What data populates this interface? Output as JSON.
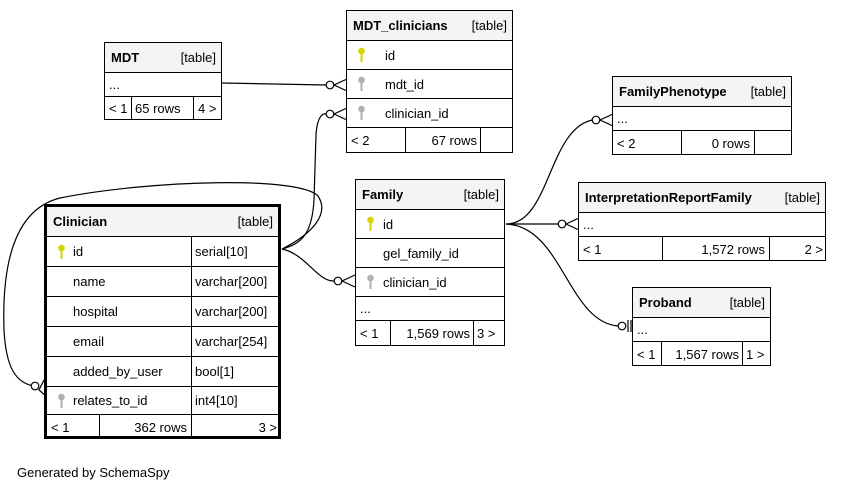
{
  "footer": "Generated by SchemaSpy",
  "table_badge": "[table]",
  "colors": {
    "primary_key": "#d4d400",
    "foreign_key": "#b0b0b0",
    "header_bg": "#f4f4f4"
  },
  "tables": {
    "mdt": {
      "name": "MDT",
      "ellipsis": "...",
      "prev": "< 1",
      "rows": "65 rows",
      "next": "4 >"
    },
    "mdt_clinicians": {
      "name": "MDT_clinicians",
      "columns": [
        {
          "name": "id",
          "key": "primary-key"
        },
        {
          "name": "mdt_id",
          "key": "foreign-key"
        },
        {
          "name": "clinician_id",
          "key": "foreign-key"
        }
      ],
      "prev": "< 2",
      "rows": "67 rows",
      "next": ""
    },
    "family_phenotype": {
      "name": "FamilyPhenotype",
      "ellipsis": "...",
      "prev": "< 2",
      "rows": "0 rows",
      "next": ""
    },
    "interpretation_report_family": {
      "name": "InterpretationReportFamily",
      "ellipsis": "...",
      "prev": "< 1",
      "rows": "1,572 rows",
      "next": "2 >"
    },
    "family": {
      "name": "Family",
      "columns": [
        {
          "name": "id",
          "key": "primary-key"
        },
        {
          "name": "gel_family_id",
          "key": ""
        },
        {
          "name": "clinician_id",
          "key": "foreign-key"
        }
      ],
      "ellipsis": "...",
      "prev": "< 1",
      "rows": "1,569 rows",
      "next": "3 >"
    },
    "proband": {
      "name": "Proband",
      "ellipsis": "...",
      "prev": "< 1",
      "rows": "1,567 rows",
      "next": "1 >"
    },
    "clinician": {
      "name": "Clinician",
      "columns": [
        {
          "name": "id",
          "type": "serial[10]",
          "key": "primary-key"
        },
        {
          "name": "name",
          "type": "varchar[200]",
          "key": ""
        },
        {
          "name": "hospital",
          "type": "varchar[200]",
          "key": ""
        },
        {
          "name": "email",
          "type": "varchar[254]",
          "key": ""
        },
        {
          "name": "added_by_user",
          "type": "bool[1]",
          "key": ""
        },
        {
          "name": "relates_to_id",
          "type": "int4[10]",
          "key": "foreign-key"
        }
      ],
      "prev": "< 1",
      "rows": "362 rows",
      "next": "3 >"
    }
  }
}
